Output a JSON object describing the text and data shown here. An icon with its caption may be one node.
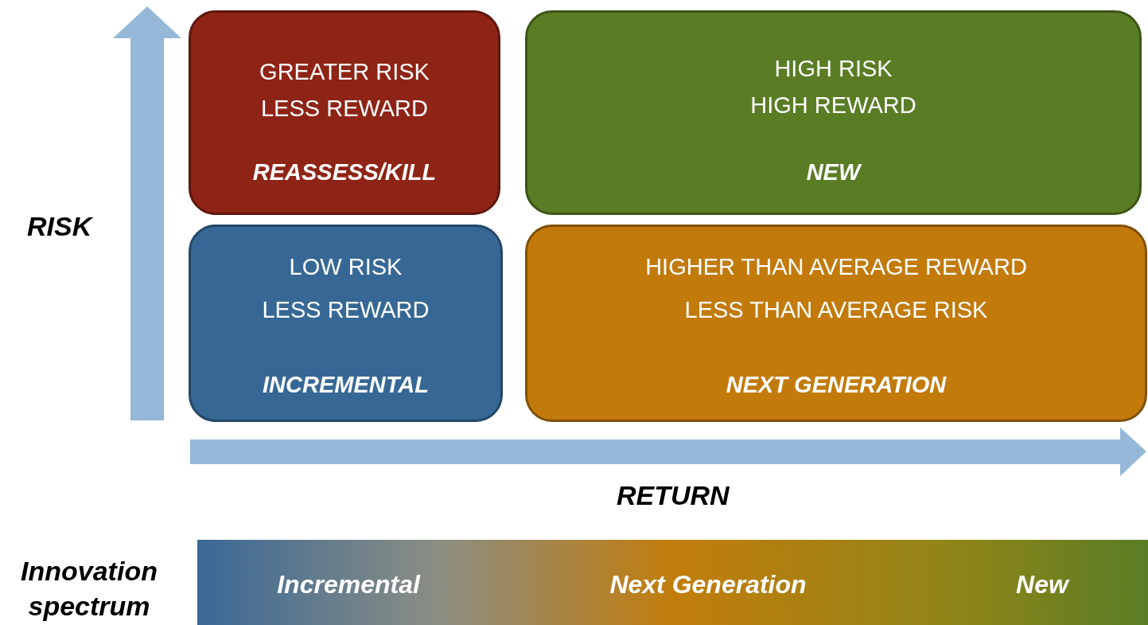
{
  "diagram": {
    "nodes": [
      {
        "text": [
          "GREATER RISK",
          "LESS REWARD",
          "REASSESS/KILL"
        ]
      },
      {
        "text": [
          "HIGH RISK",
          "HIGH REWARD",
          "NEW"
        ]
      },
      {
        "text": [
          "LOW RISK",
          "LESS REWARD",
          "INCREMENTAL"
        ]
      },
      {
        "text": [
          "HIGHER THAN AVERAGE REWARD",
          "LESS THAN AVERAGE RISK",
          "NEXT GENERATION"
        ]
      },
      {
        "text": [
          "Incremental",
          "Next Generation",
          "New"
        ]
      }
    ],
    "edges": [],
    "labels": [
      "RISK",
      "RETURN",
      "Innovation spectrum"
    ]
  }
}
